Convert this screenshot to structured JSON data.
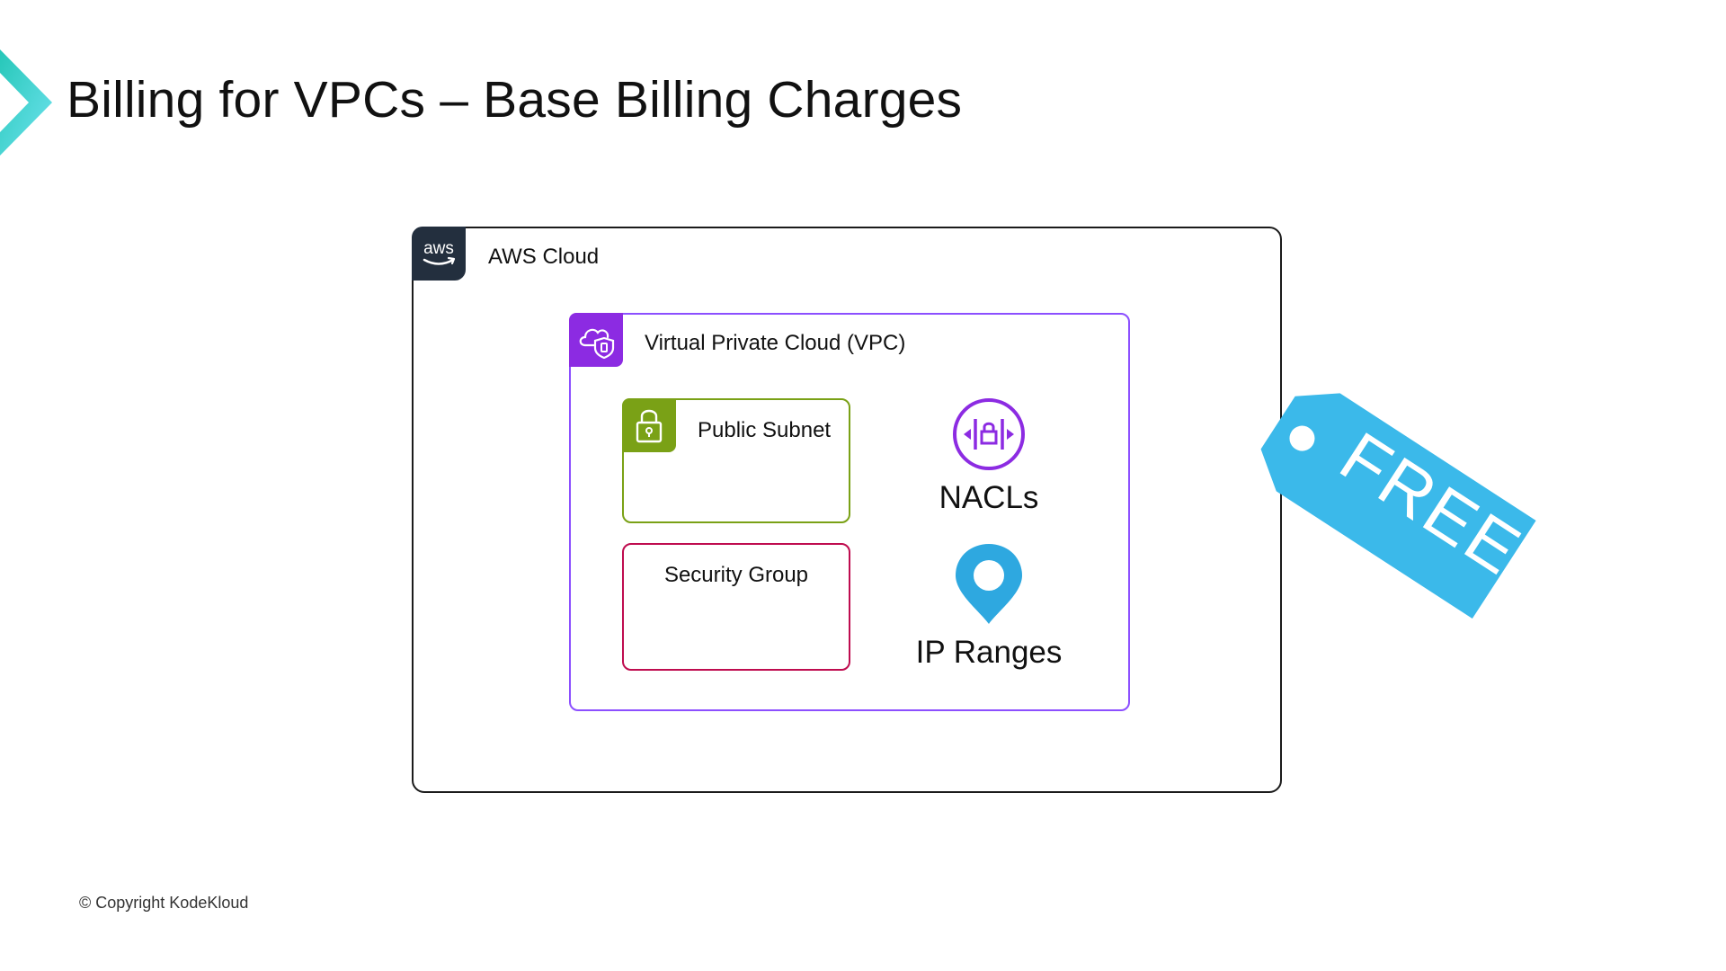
{
  "slide": {
    "title": "Billing for VPCs – Base Billing Charges",
    "copyright": "© Copyright KodeKloud"
  },
  "diagram": {
    "aws_cloud": {
      "label": "AWS Cloud",
      "badge_text": "aws",
      "icon": "aws-logo-icon"
    },
    "vpc": {
      "label": "Virtual Private Cloud (VPC)",
      "icon": "vpc-cloud-shield-icon",
      "color": "#8c4fff"
    },
    "public_subnet": {
      "label": "Public Subnet",
      "icon": "lock-icon",
      "color": "#7aa116"
    },
    "security_group": {
      "label": "Security Group",
      "color": "#bf0c4f"
    },
    "nacls": {
      "label": "NACLs",
      "icon": "nacl-icon",
      "color": "#8c2be2"
    },
    "ip_ranges": {
      "label": "IP Ranges",
      "icon": "location-pin-icon",
      "color": "#2ea8e0"
    },
    "free_tag": {
      "label": "FREE",
      "icon": "price-tag-icon",
      "color": "#3bb9ea"
    }
  },
  "colors": {
    "accent_chevron": "#4dd8d0",
    "aws_badge": "#232f3e"
  }
}
